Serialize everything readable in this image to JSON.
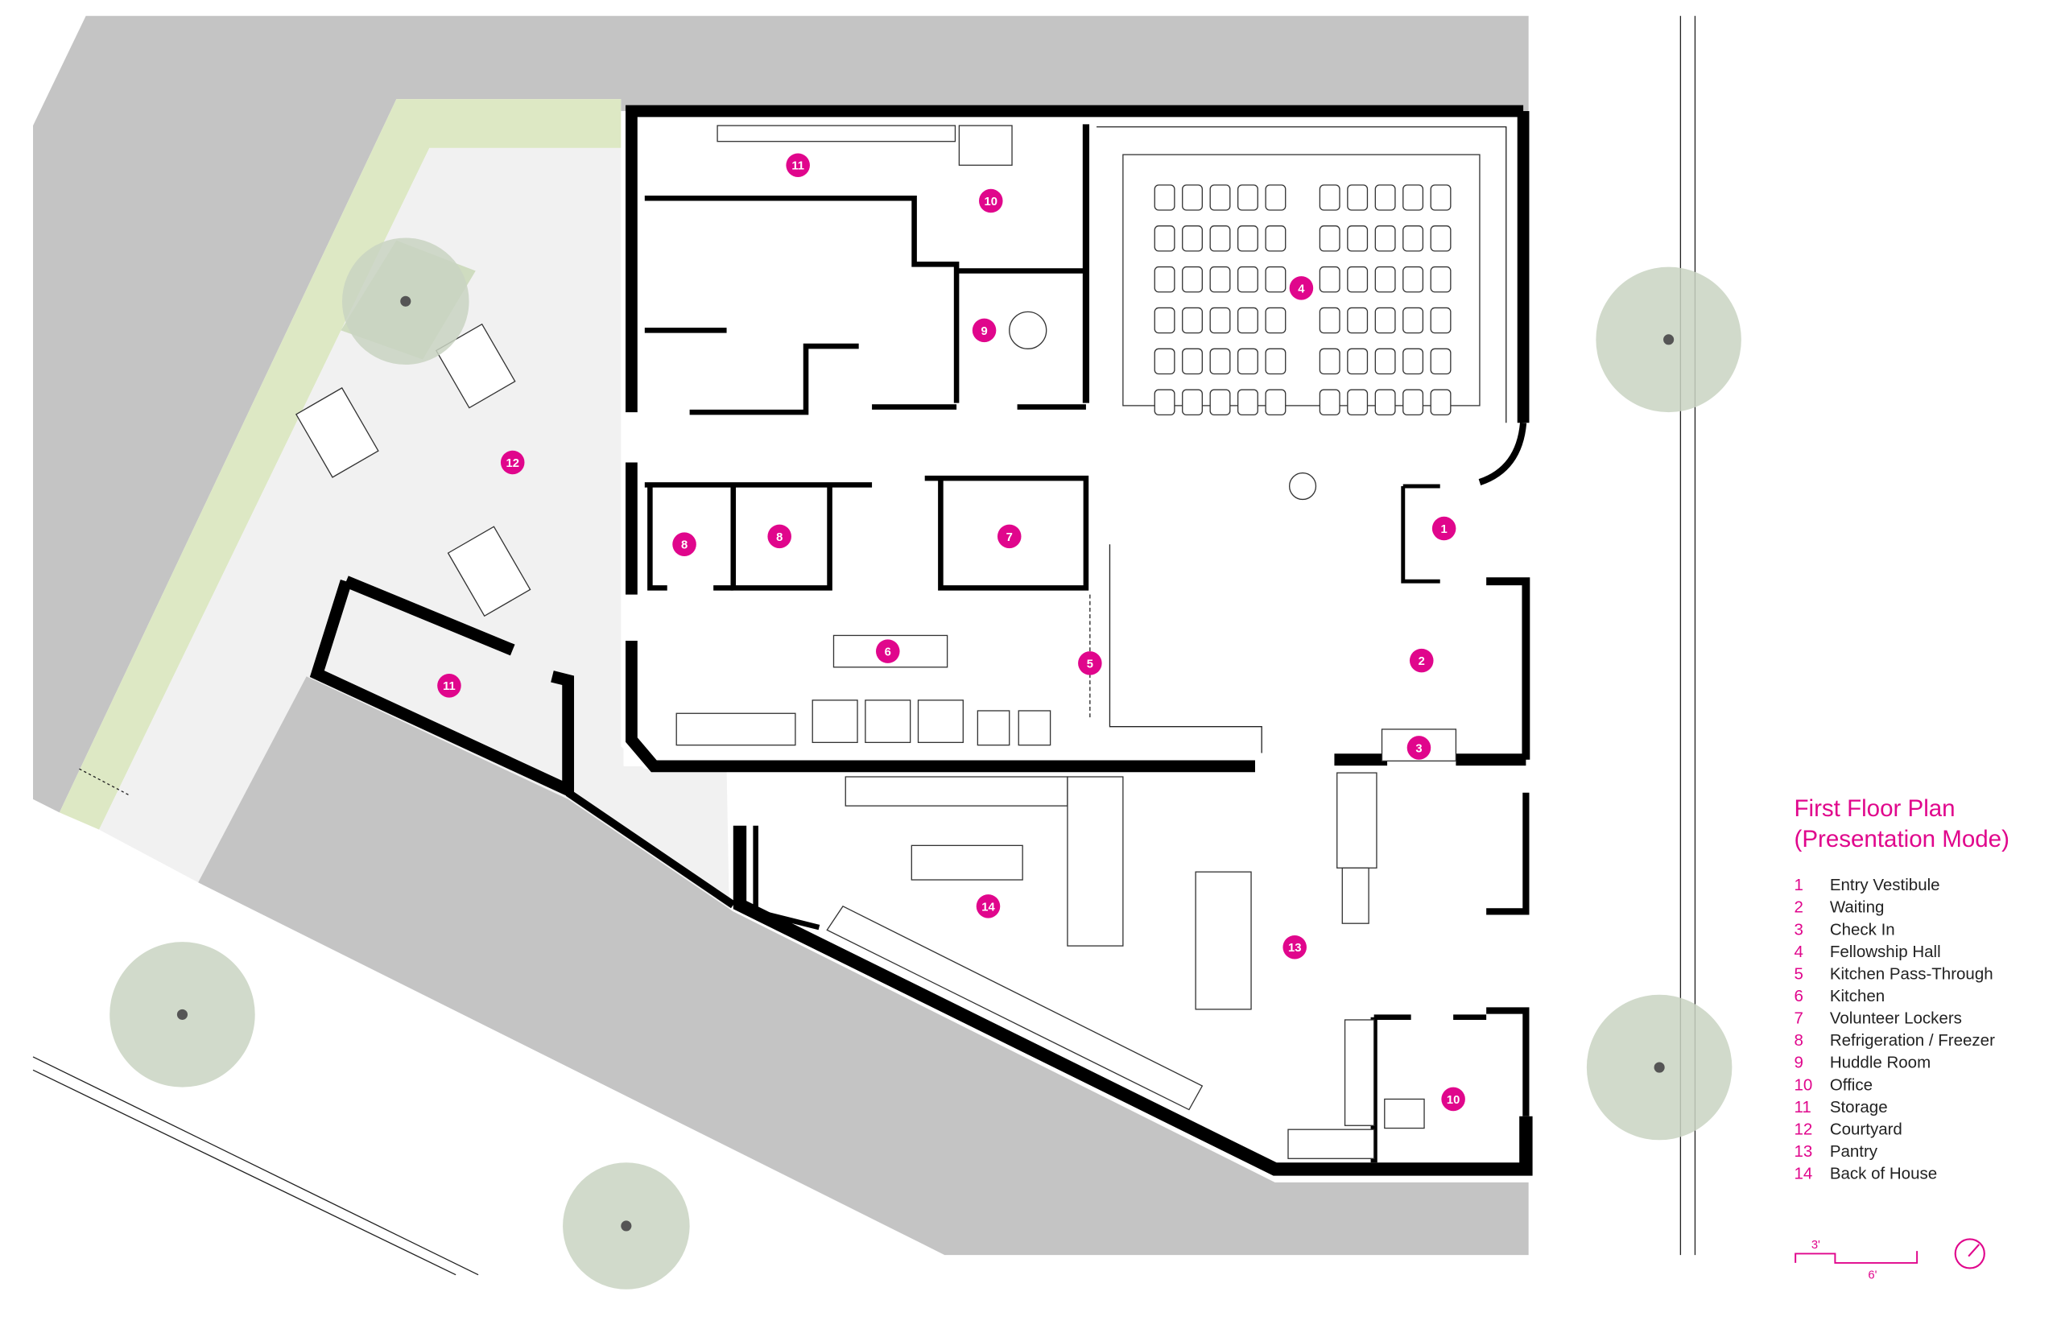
{
  "colors": {
    "accent": "#e0068c",
    "site_gray": "#c4c4c4",
    "lawn_green": "#dde8c4",
    "courtyard": "#f2f2f2",
    "tree": "#c9d3c2",
    "wall": "#000000"
  },
  "legend": {
    "title_line1": "First Floor Plan",
    "title_line2": "(Presentation Mode)",
    "items": [
      {
        "num": "1",
        "label": "Entry Vestibule"
      },
      {
        "num": "2",
        "label": "Waiting"
      },
      {
        "num": "3",
        "label": "Check In"
      },
      {
        "num": "4",
        "label": "Fellowship Hall"
      },
      {
        "num": "5",
        "label": "Kitchen Pass-Through"
      },
      {
        "num": "6",
        "label": "Kitchen"
      },
      {
        "num": "7",
        "label": "Volunteer Lockers"
      },
      {
        "num": "8",
        "label": "Refrigeration / Freezer"
      },
      {
        "num": "9",
        "label": "Huddle Room"
      },
      {
        "num": "10",
        "label": "Office"
      },
      {
        "num": "11",
        "label": "Storage"
      },
      {
        "num": "12",
        "label": "Courtyard"
      },
      {
        "num": "13",
        "label": "Pantry"
      },
      {
        "num": "14",
        "label": "Back of House"
      }
    ]
  },
  "scale_bar": {
    "short": "3'",
    "long": "6'"
  },
  "north_arrow_icon": "north-arrow-icon",
  "room_tags": [
    {
      "num": "11",
      "room": "Storage"
    },
    {
      "num": "10",
      "room": "Office"
    },
    {
      "num": "4",
      "room": "Fellowship Hall"
    },
    {
      "num": "9",
      "room": "Huddle Room"
    },
    {
      "num": "12",
      "room": "Courtyard"
    },
    {
      "num": "1",
      "room": "Entry Vestibule"
    },
    {
      "num": "8",
      "room": "Refrigeration / Freezer"
    },
    {
      "num": "8",
      "room": "Refrigeration / Freezer"
    },
    {
      "num": "7",
      "room": "Volunteer Lockers"
    },
    {
      "num": "6",
      "room": "Kitchen"
    },
    {
      "num": "5",
      "room": "Kitchen Pass-Through"
    },
    {
      "num": "2",
      "room": "Waiting"
    },
    {
      "num": "11",
      "room": "Storage"
    },
    {
      "num": "3",
      "room": "Check In"
    },
    {
      "num": "14",
      "room": "Back of House"
    },
    {
      "num": "13",
      "room": "Pantry"
    },
    {
      "num": "10",
      "room": "Office"
    }
  ]
}
